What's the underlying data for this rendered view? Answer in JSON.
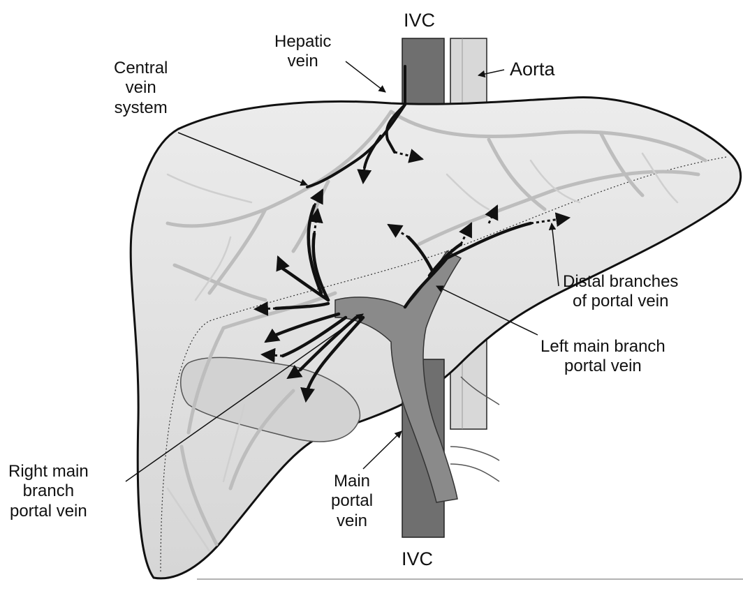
{
  "labels": {
    "ivc_top": "IVC",
    "ivc_bottom": "IVC",
    "aorta": "Aorta",
    "hepatic_vein": [
      "Hepatic",
      "vein"
    ],
    "central_vein_system": [
      "Central",
      "vein",
      "system"
    ],
    "distal_branches": [
      "Distal branches",
      "of portal vein"
    ],
    "left_main_branch": [
      "Left main branch",
      "portal vein"
    ],
    "right_main_branch": [
      "Right main",
      "branch",
      "portal vein"
    ],
    "main_portal_vein": [
      "Main",
      "portal",
      "vein"
    ]
  },
  "colors": {
    "liver_fill": "#e4e4e4",
    "liver_outline": "#111111",
    "vessel_tree": "#c2c2c2",
    "ivc": "#6f6f6f",
    "portal_trunk": "#8a8a8a",
    "pointer_line": "#111111"
  }
}
